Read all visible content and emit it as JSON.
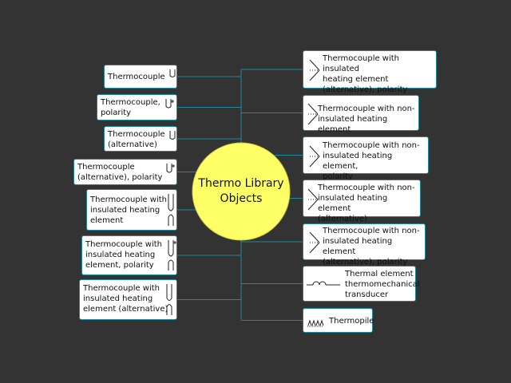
{
  "center": {
    "line1": "Thermo Library",
    "line2": "Objects"
  },
  "colors": {
    "background": "#333333",
    "center_fill": "#ffff66",
    "connector": "#1b8a9c"
  },
  "left_items": [
    {
      "label": "Thermocouple",
      "icon": "thermocouple-icon"
    },
    {
      "label": "Thermocouple,\npolarity",
      "icon": "thermocouple-polarity-icon"
    },
    {
      "label": "Thermocouple\n(alternative)",
      "icon": "thermocouple-alternative-icon"
    },
    {
      "label": "Thermocouple\n(alternative), polarity",
      "icon": "thermocouple-alternative-polarity-icon"
    },
    {
      "label": "Thermocouple with\ninsulated heating\nelement",
      "icon": "thermocouple-insulated-heating-icon"
    },
    {
      "label": "Thermocouple with\ninsulated heating\nelement, polarity",
      "icon": "thermocouple-insulated-heating-polarity-icon"
    },
    {
      "label": "Thermocouple with\ninsulated heating\nelement (alternative)",
      "icon": "thermocouple-insulated-heating-alternative-icon"
    }
  ],
  "right_items": [
    {
      "label": "Thermocouple with insulated\nheating element\n(alternative), polarity",
      "icon": "thermocouple-insulated-alt-polarity-icon"
    },
    {
      "label": "Thermocouple with non-\ninsulated heating element",
      "icon": "thermocouple-noninsulated-icon"
    },
    {
      "label": "Thermocouple with non-\ninsulated heating element,\npolarity",
      "icon": "thermocouple-noninsulated-polarity-icon"
    },
    {
      "label": "Thermocouple with non-\ninsulated heating element\n(alternative)",
      "icon": "thermocouple-noninsulated-alternative-icon"
    },
    {
      "label": "Thermocouple with non-\ninsulated heating element\n(alternative), polarity",
      "icon": "thermocouple-noninsulated-alt-polarity-icon"
    },
    {
      "label": "Thermal element\nthermomechanical\ntransducer",
      "icon": "thermal-element-transducer-icon"
    },
    {
      "label": "Thermopile",
      "icon": "thermopile-icon"
    }
  ]
}
